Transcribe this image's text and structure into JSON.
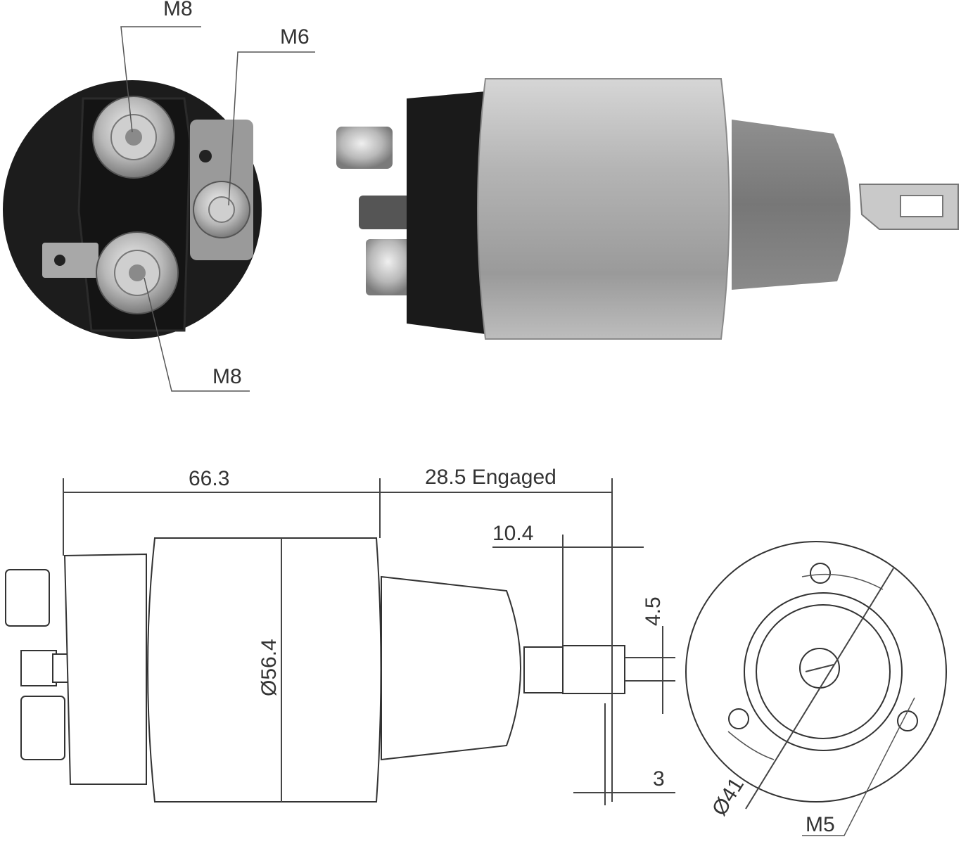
{
  "callouts": {
    "top_m8": "M8",
    "m6": "M6",
    "bottom_m8": "M8"
  },
  "dimensions": {
    "length": "66.3",
    "engaged": "28.5 Engaged",
    "stroke_offset": "10.4",
    "tab_width": "4.5",
    "tab_thickness": "3",
    "diameter": "Ø56.4",
    "bolt_circle": "Ø41",
    "thread": "M5"
  },
  "colors": {
    "body_black": "#1a1a1a",
    "can_silver": "#a9a9a9",
    "line": "#444444"
  }
}
